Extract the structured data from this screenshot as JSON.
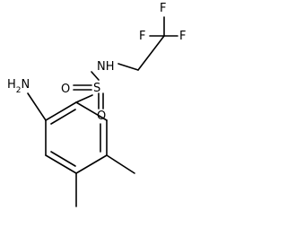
{
  "structure": {
    "atoms": {
      "amine": "H2N",
      "amide_nh": "NH",
      "sulfur": "S",
      "oxygen_left": "O",
      "oxygen_bottom": "O",
      "fluorine_top": "F",
      "fluorine_left": "F",
      "fluorine_right": "F"
    }
  }
}
